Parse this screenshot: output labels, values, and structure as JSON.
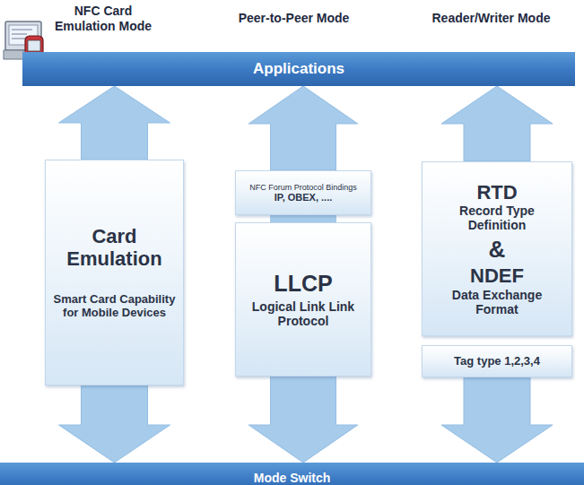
{
  "diagram": {
    "nodes": [
      {
        "text": [
          "Applications"
        ]
      },
      {
        "text": [
          "Card Emulation",
          "Smart Card Capability for Mobile Devices"
        ]
      },
      {
        "text": [
          "NFC Forum Protocol Bindings",
          "IP, OBEX, ...."
        ]
      },
      {
        "text": [
          "LLCP",
          "Logical Link Link Protocol"
        ]
      },
      {
        "text": [
          "RTD",
          "Record Type Definition",
          "&",
          "NDEF",
          "Data Exchange Format"
        ]
      },
      {
        "text": [
          "Tag type 1,2,3,4"
        ]
      },
      {
        "text": [
          "Mode Switch"
        ]
      }
    ],
    "edges": [
      {
        "from": 1,
        "to": 0,
        "arrow": "to"
      },
      {
        "from": 1,
        "to": 6,
        "arrow": "to"
      },
      {
        "from": 2,
        "to": 0,
        "arrow": "to"
      },
      {
        "from": 3,
        "to": 6,
        "arrow": "to"
      },
      {
        "from": 4,
        "to": 0,
        "arrow": "to"
      },
      {
        "from": 5,
        "to": 6,
        "arrow": "to"
      }
    ],
    "labels": [
      "NFC Card Emulation Mode",
      "Peer-to-Peer Mode",
      "Reader/Writer Mode"
    ]
  }
}
